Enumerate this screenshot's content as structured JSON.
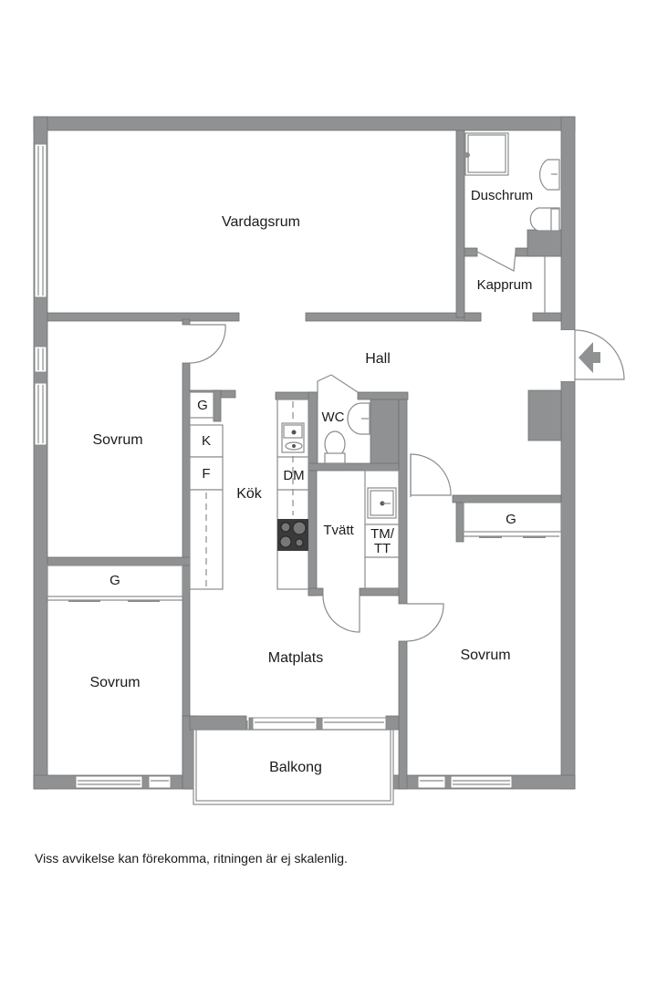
{
  "floorplan": {
    "rooms": {
      "living_room": "Vardagsrum",
      "shower_room": "Duschrum",
      "coat_room": "Kapprum",
      "hall": "Hall",
      "bedroom_west": "Sovrum",
      "bedroom_southwest": "Sovrum",
      "bedroom_east": "Sovrum",
      "kitchen": "Kök",
      "wc": "WC",
      "laundry": "Tvätt",
      "dining": "Matplats",
      "balcony": "Balkong"
    },
    "fixtures": {
      "closet_kitchen": "G",
      "fridge": "K",
      "freezer": "F",
      "dishwasher": "DM",
      "washer_dryer_line1": "TM/",
      "washer_dryer_line2": "TT",
      "closet_southwest": "G",
      "closet_east": "G"
    },
    "icons": {
      "entrance": "entrance-arrow-icon"
    },
    "colors": {
      "wall": "#8f9192",
      "line": "#8a8c8d",
      "stove": "#3a3a3a",
      "text": "#1a1a1a"
    }
  },
  "footer": {
    "disclaimer": "Viss avvikelse kan förekomma, ritningen är ej skalenlig."
  }
}
